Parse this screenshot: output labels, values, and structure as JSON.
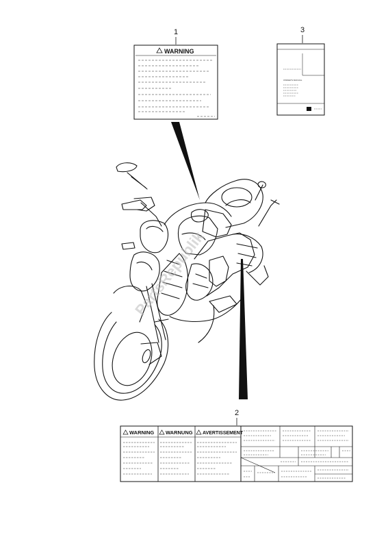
{
  "callouts": {
    "label_1": "1",
    "label_2": "2",
    "label_3": "3"
  },
  "part_1": {
    "heading": "WARNING"
  },
  "part_3": {
    "title": "OWNER'S MANUAL"
  },
  "part_2": {
    "heading_1": "WARNING",
    "heading_2": "WARNUNG",
    "heading_3": "AVERTISSEMENT"
  },
  "watermark": "PartsRepublik",
  "icons": [
    "warning-triangle-icon",
    "manufacturer-logo-icon"
  ]
}
